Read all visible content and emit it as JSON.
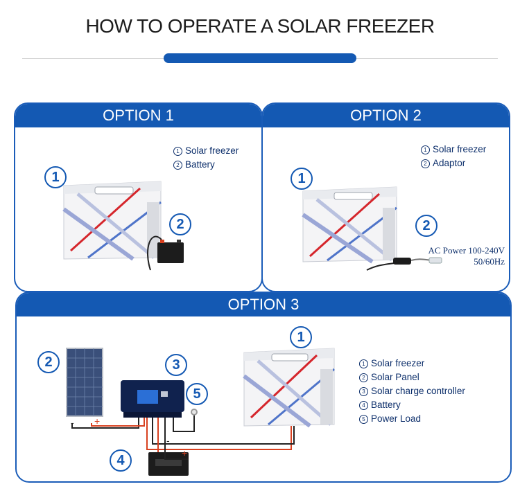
{
  "title": "HOW TO OPERATE A SOLAR FREEZER",
  "option1": {
    "header": "OPTION 1",
    "legend": [
      {
        "num": "1",
        "label": "Solar freezer"
      },
      {
        "num": "2",
        "label": "Battery"
      }
    ],
    "markers": [
      "1",
      "2"
    ]
  },
  "option2": {
    "header": "OPTION 2",
    "legend": [
      {
        "num": "1",
        "label": "Solar freezer"
      },
      {
        "num": "2",
        "label": "Adaptor"
      }
    ],
    "markers": [
      "1",
      "2"
    ],
    "ac_line1": "AC Power 100-240V",
    "ac_line2": "50/60Hz"
  },
  "option3": {
    "header": "OPTION 3",
    "legend": [
      {
        "num": "1",
        "label": "Solar freezer"
      },
      {
        "num": "2",
        "label": "Solar Panel"
      },
      {
        "num": "3",
        "label": "Solar charge controller"
      },
      {
        "num": "4",
        "label": "Battery"
      },
      {
        "num": "5",
        "label": "Power Load"
      }
    ],
    "markers": [
      "1",
      "2",
      "3",
      "4",
      "5"
    ],
    "plus": "+",
    "minus": "-"
  },
  "colors": {
    "accent": "#1459b3",
    "wire_red": "#d8401f",
    "wire_black": "#222222"
  }
}
